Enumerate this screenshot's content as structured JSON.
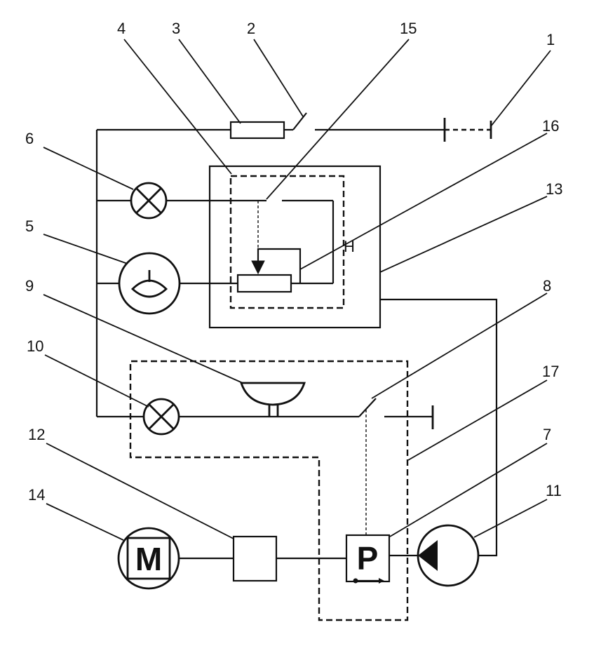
{
  "callouts": [
    "1",
    "2",
    "3",
    "4",
    "5",
    "6",
    "7",
    "8",
    "9",
    "10",
    "11",
    "12",
    "13",
    "14",
    "15",
    "16",
    "17"
  ],
  "motor_symbol": "M",
  "pressure_symbol": "P",
  "hold_mark": "H"
}
